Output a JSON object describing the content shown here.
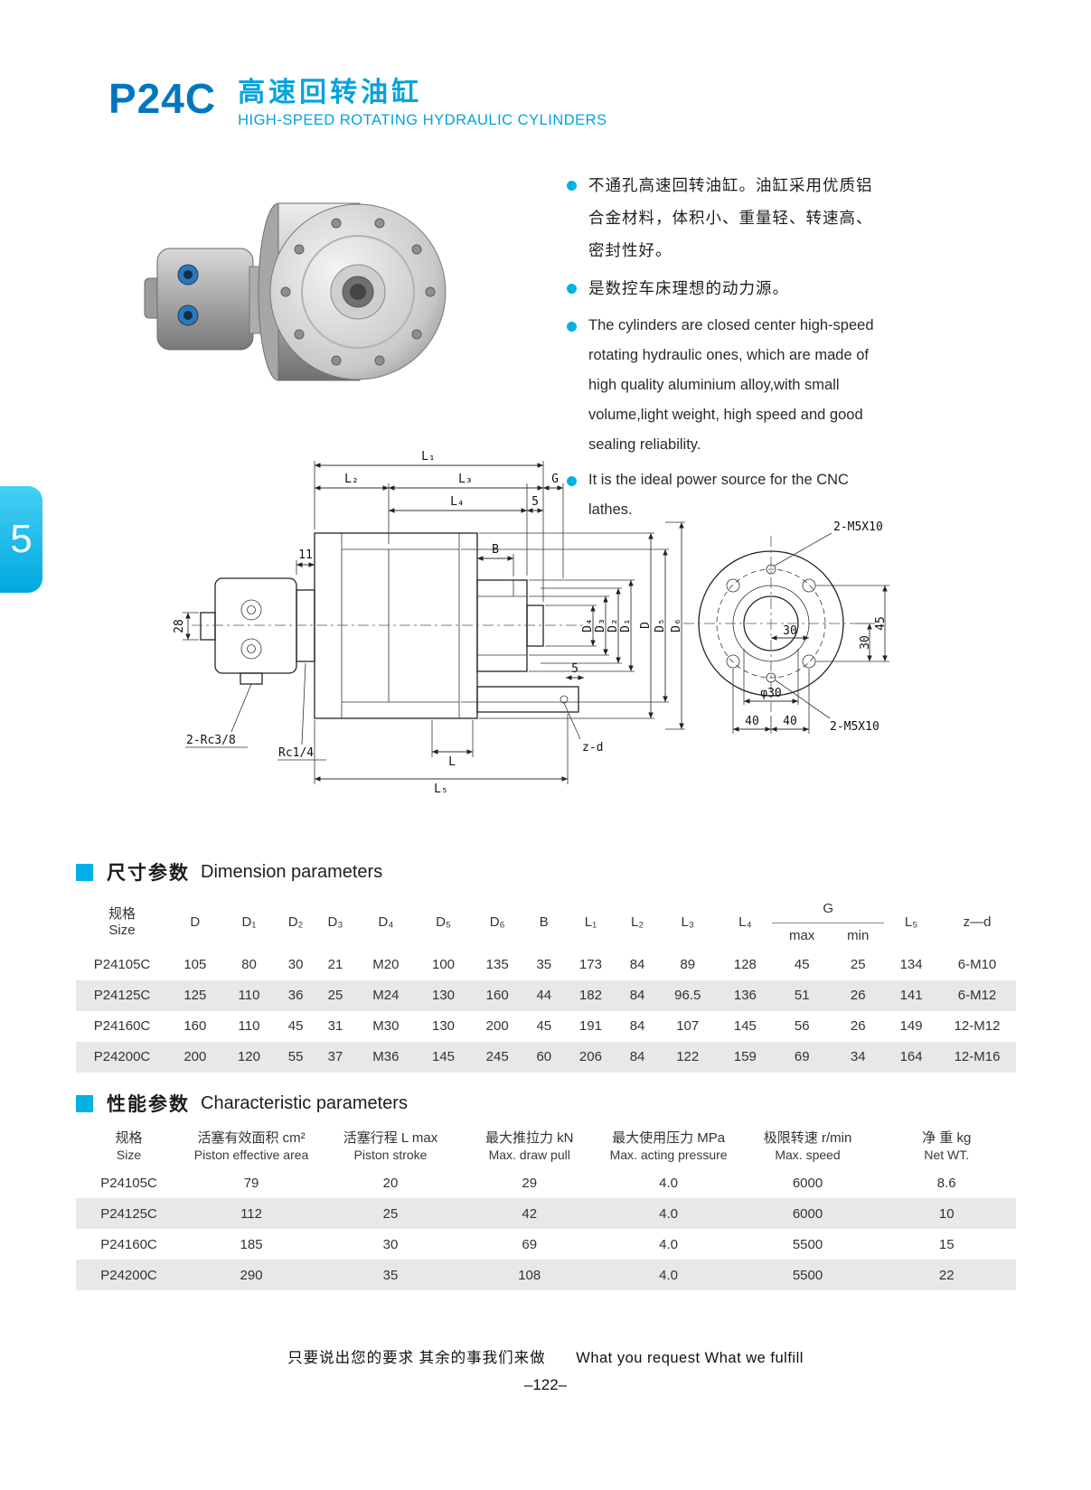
{
  "colors": {
    "brand_blue": "#0076c0",
    "accent_cyan": "#00b1e6"
  },
  "header": {
    "model": "P24C",
    "title_zh": "高速回转油缸",
    "title_en": "HIGH-SPEED ROTATING HYDRAULIC CYLINDERS"
  },
  "side_tab": {
    "label": "5"
  },
  "intro": {
    "bullets": [
      "不通孔高速回转油缸。油缸采用优质铝合金材料，体积小、重量轻、转速高、密封性好。",
      "是数控车床理想的动力源。",
      "The cylinders are closed center high-speed rotating hydraulic ones, which are made of high quality aluminium alloy,with small volume,light weight, high speed and good sealing reliability.",
      "It is the ideal power source for the CNC lathes."
    ]
  },
  "drawing": {
    "labels": {
      "l1": "L₁",
      "l2": "L₂",
      "l3": "L₃",
      "l4": "L₄",
      "g": "G",
      "five_top": "5",
      "five_mid": "5",
      "eleven": "11",
      "twenty_eight": "28",
      "b": "B",
      "d4": "D₄",
      "d3": "D₃",
      "d2": "D₂",
      "d1": "D₁",
      "d": "D",
      "d5": "D₅",
      "d6": "D₆",
      "l": "L",
      "l5": "L₅",
      "zd": "z-d",
      "rc38": "2-Rc3/8",
      "rc14": "Rc1/4",
      "m5_top": "2-M5X10",
      "m5_bottom": "2-M5X10",
      "dim30_h": "30",
      "dim30_v": "30",
      "dim45": "45",
      "phi30": "φ30",
      "dim40_l": "40",
      "dim40_r": "40"
    }
  },
  "sections": {
    "dimension": {
      "zh": "尺寸参数",
      "en": "Dimension parameters"
    },
    "characteristic": {
      "zh": "性能参数",
      "en": "Characteristic parameters"
    }
  },
  "tables": {
    "dimension": {
      "headers": {
        "size_zh": "规格",
        "size_en": "Size",
        "cols": [
          "D",
          "D₁",
          "D₂",
          "D₃",
          "D₄",
          "D₅",
          "D₆",
          "B",
          "L₁",
          "L₂",
          "L₃",
          "L₄"
        ],
        "g": "G",
        "g_max": "max",
        "g_min": "min",
        "l5": "L₅",
        "zd": "z—d"
      },
      "rows": [
        [
          "P24105C",
          "105",
          "80",
          "30",
          "21",
          "M20",
          "100",
          "135",
          "35",
          "173",
          "84",
          "89",
          "128",
          "45",
          "25",
          "134",
          "6-M10"
        ],
        [
          "P24125C",
          "125",
          "110",
          "36",
          "25",
          "M24",
          "130",
          "160",
          "44",
          "182",
          "84",
          "96.5",
          "136",
          "51",
          "26",
          "141",
          "6-M12"
        ],
        [
          "P24160C",
          "160",
          "110",
          "45",
          "31",
          "M30",
          "130",
          "200",
          "45",
          "191",
          "84",
          "107",
          "145",
          "56",
          "26",
          "149",
          "12-M12"
        ],
        [
          "P24200C",
          "200",
          "120",
          "55",
          "37",
          "M36",
          "145",
          "245",
          "60",
          "206",
          "84",
          "122",
          "159",
          "69",
          "34",
          "164",
          "12-M16"
        ]
      ]
    },
    "characteristic": {
      "headers": [
        {
          "zh": "规格",
          "en": "Size"
        },
        {
          "zh": "活塞有效面积 cm²",
          "en": "Piston effective area"
        },
        {
          "zh": "活塞行程 L max",
          "en": "Piston stroke"
        },
        {
          "zh": "最大推拉力 kN",
          "en": "Max. draw pull"
        },
        {
          "zh": "最大使用压力 MPa",
          "en": "Max. acting pressure"
        },
        {
          "zh": "极限转速 r/min",
          "en": "Max. speed"
        },
        {
          "zh": "净 重 kg",
          "en": "Net WT."
        }
      ],
      "rows": [
        [
          "P24105C",
          "79",
          "20",
          "29",
          "4.0",
          "6000",
          "8.6"
        ],
        [
          "P24125C",
          "112",
          "25",
          "42",
          "4.0",
          "6000",
          "10"
        ],
        [
          "P24160C",
          "185",
          "30",
          "69",
          "4.0",
          "5500",
          "15"
        ],
        [
          "P24200C",
          "290",
          "35",
          "108",
          "4.0",
          "5500",
          "22"
        ]
      ]
    }
  },
  "footer": {
    "slogan_zh": "只要说出您的要求  其余的事我们来做",
    "slogan_en": "What you request  What we fulfill",
    "page_number": "–122–"
  }
}
